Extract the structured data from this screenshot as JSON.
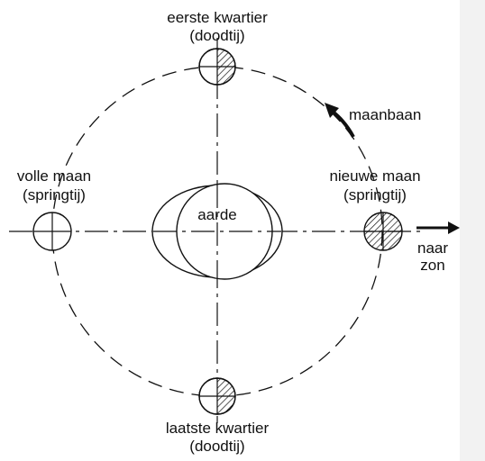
{
  "diagram": {
    "labels": {
      "first_quarter_line1": "eerste kwartier",
      "first_quarter_line2": "(doodtij)",
      "orbit": "maanbaan",
      "full_moon_line1": "volle maan",
      "full_moon_line2": "(springtij)",
      "new_moon_line1": "nieuwe maan",
      "new_moon_line2": "(springtij)",
      "earth": "aarde",
      "to_sun_line1": "naar",
      "to_sun_line2": "zon",
      "last_quarter_line1": "laatste kwartier",
      "last_quarter_line2": "(doodtij)"
    },
    "colors": {
      "ink": "#111111",
      "side_panel": "#f2f2f2",
      "background": "#ffffff"
    }
  }
}
